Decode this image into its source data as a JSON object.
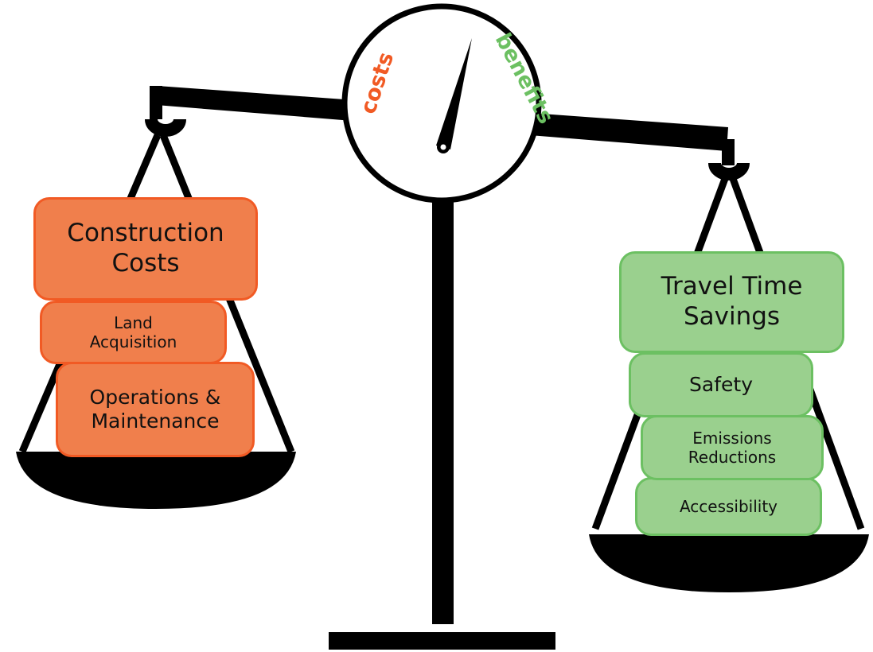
{
  "gauge": {
    "left_label": "costs",
    "right_label": "benefits",
    "colors": {
      "costs": "#f15a24",
      "benefits": "#6cc062"
    }
  },
  "costs": {
    "color": "#f07f4c",
    "items": [
      {
        "label": "Construction\nCosts"
      },
      {
        "label": "Land\nAcquisition"
      },
      {
        "label": "Operations &\nMaintenance"
      }
    ]
  },
  "benefits": {
    "color": "#9ad08e",
    "items": [
      {
        "label": "Travel Time\nSavings"
      },
      {
        "label": "Safety"
      },
      {
        "label": "Emissions\nReductions"
      },
      {
        "label": "Accessibility"
      }
    ]
  }
}
